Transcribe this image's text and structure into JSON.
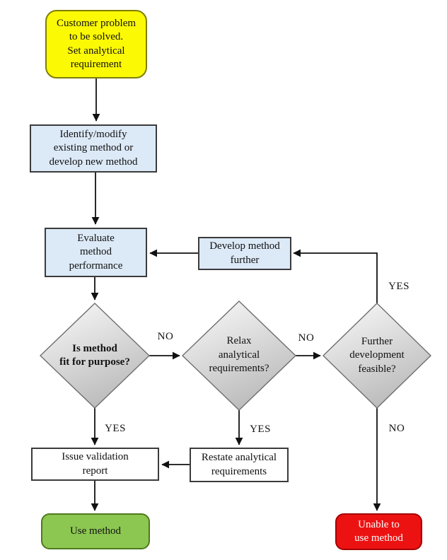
{
  "colors": {
    "start_fill": "#FCF905",
    "start_border": "#7F7F00",
    "process_fill": "#DCE9F7",
    "process_border": "#3B3B3B",
    "plain_fill": "#FFFFFF",
    "plain_border": "#3B3B3B",
    "end_ok_fill": "#8CC751",
    "end_ok_border": "#4E7A1E",
    "end_fail_fill": "#EC1212",
    "end_fail_border": "#A50000",
    "end_fail_text": "#FFFFFF",
    "diamond_light": "#FBFBFB",
    "diamond_dark": "#BDBDBD",
    "diamond_border": "#6F6F6F",
    "line": "#111111",
    "text": "#111111"
  },
  "nodes": {
    "start": {
      "label": "Customer problem\nto be solved.\nSet analytical\nrequirement"
    },
    "identify": {
      "label": "Identify/modify\nexisting method or\ndevelop new method"
    },
    "evaluate": {
      "label": "Evaluate\nmethod\nperformance"
    },
    "develop_further": {
      "label": "Develop method\nfurther"
    },
    "fit_for_purpose": {
      "label": "Is method\nfit for purpose?"
    },
    "relax_requirements": {
      "label": "Relax\nanalytical\nrequirements?"
    },
    "further_development": {
      "label": "Further\ndevelopment\nfeasible?"
    },
    "issue_report": {
      "label": "Issue validation\nreport"
    },
    "restate_requirements": {
      "label": "Restate analytical\nrequirements"
    },
    "use_method": {
      "label": "Use method"
    },
    "unable_to_use": {
      "label": "Unable to\nuse method"
    }
  },
  "edge_labels": {
    "fit_no": "NO",
    "fit_yes": "YES",
    "relax_no": "NO",
    "relax_yes": "YES",
    "feasible_yes": "YES",
    "feasible_no": "NO"
  }
}
